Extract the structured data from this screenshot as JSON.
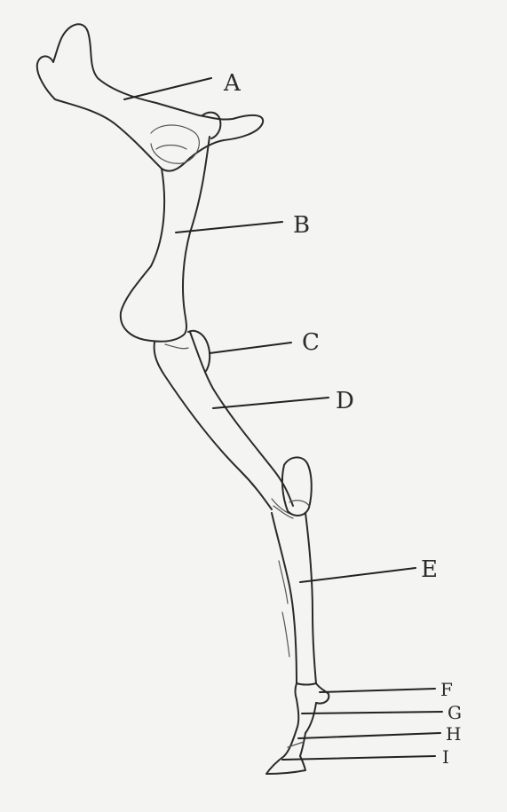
{
  "labels": {
    "a": "A",
    "b": "B",
    "c": "C",
    "d": "D",
    "e": "E",
    "f": "F",
    "g": "G",
    "h": "H",
    "i": "I"
  }
}
